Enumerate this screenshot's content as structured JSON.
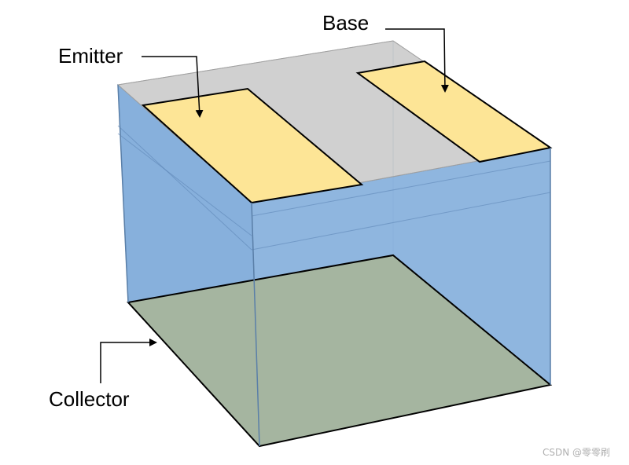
{
  "labels": {
    "emitter": "Emitter",
    "base": "Base",
    "collector": "Collector"
  },
  "watermark": "CSDN @零零刷",
  "colors": {
    "body": "#7aa7d8",
    "front_face": "#86b0dc",
    "top_surface": "#c8c8c8",
    "contact": "#fde596",
    "collector_plane": "#a5b5a0",
    "outline": "#000000"
  }
}
